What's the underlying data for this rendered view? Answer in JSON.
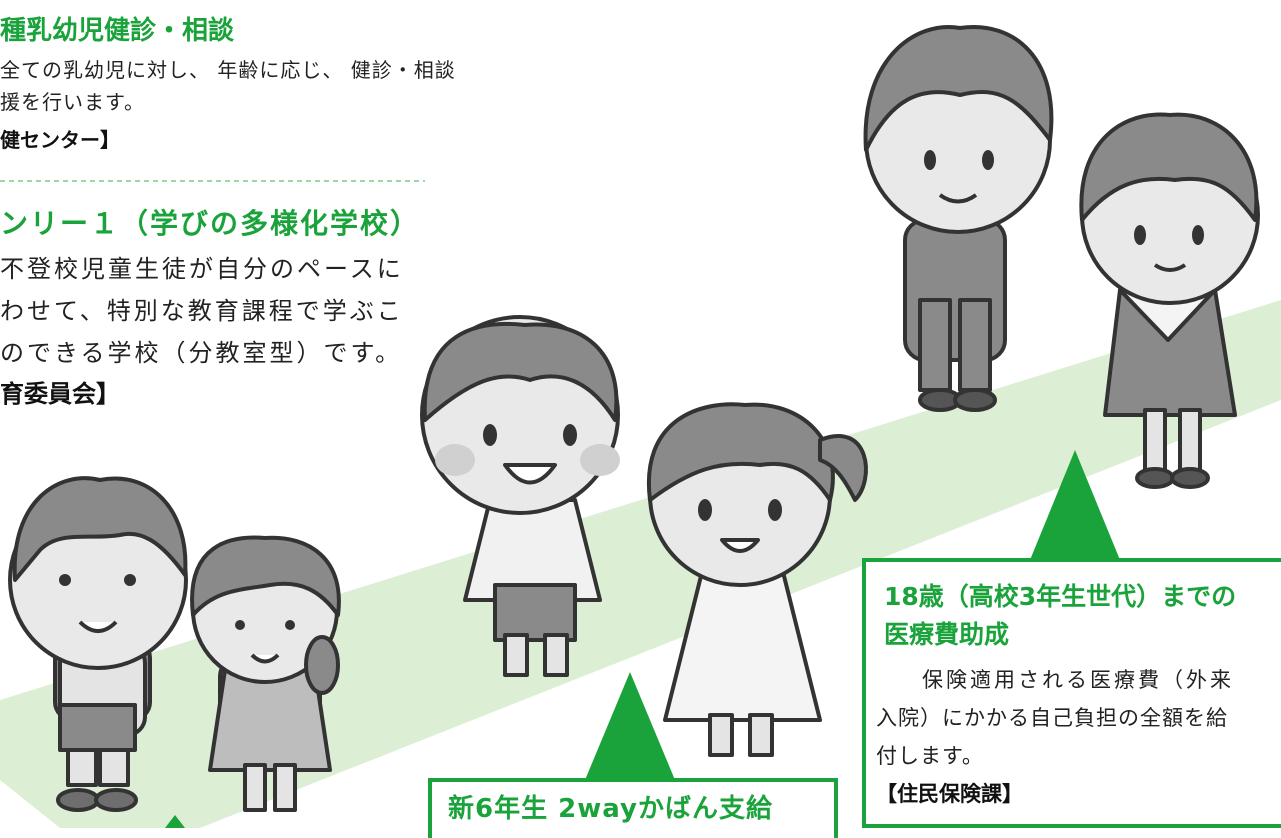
{
  "top_section": {
    "title": "種乳幼児健診・相談",
    "line1": "全ての乳幼児に対し、 年齢に応じ、 健診・相談",
    "line2": "援を行います。",
    "org": "健センター】"
  },
  "school_section": {
    "title": "ンリー１（学びの多様化学校）",
    "line1": "不登校児童生徒が自分のペースに",
    "line2": "わせて、特別な教育課程で学ぶこ",
    "line3": "のできる学校（分教室型）です。",
    "org": "育委員会】"
  },
  "medical_box": {
    "title1": "18歳（高校3年生世代）までの",
    "title2": "医療費助成",
    "line1": "保険適用される医療費（外来",
    "line2": "入院）にかかる自己負担の全額を給",
    "line3": "付します。",
    "org": "【住民保険課】"
  },
  "bag_box": {
    "title": "新6年生 2wayかばん支給"
  },
  "colors": {
    "accent_green": "#1aa33a",
    "path_green": "#dcefd5",
    "dash_green": "#7fc98a"
  }
}
